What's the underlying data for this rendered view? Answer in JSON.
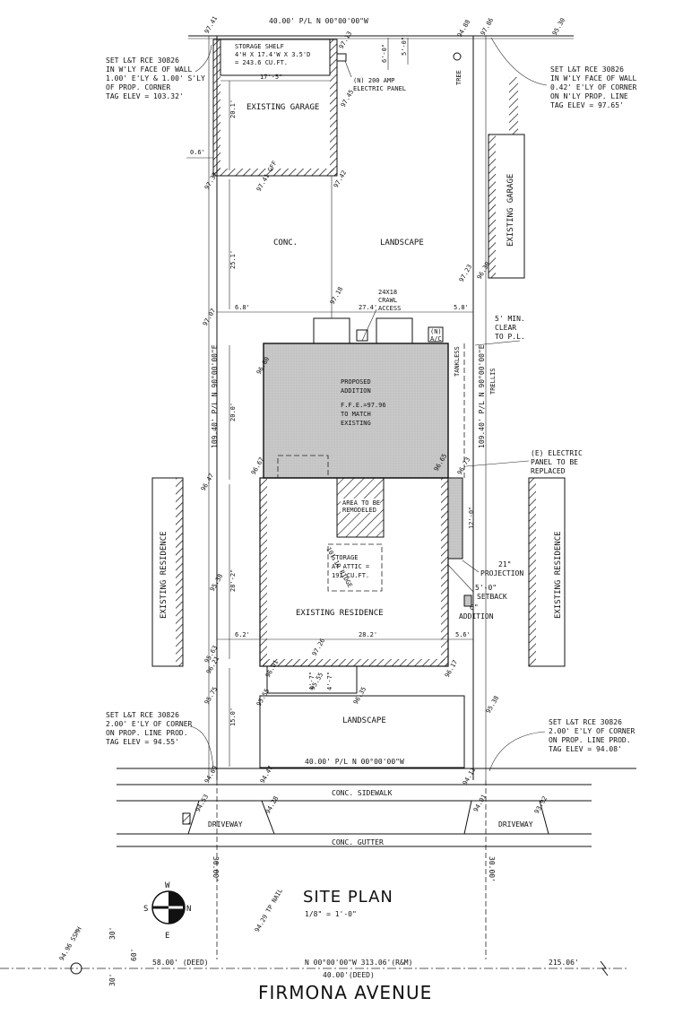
{
  "drawing": {
    "title": "SITE PLAN",
    "scale": "1/8\" = 1'-0\"",
    "street_name": "FIRMONA  AVENUE"
  },
  "property_lines": {
    "north": "40.00' P/L N 00°00'00\"W",
    "south": "40.00' P/L N 00°00'00\"W",
    "west": "109.40' P/L N 90°00'00\"E",
    "east": "109.40' P/L N 90°00'00\"E",
    "street_centerline": "N 00°00'00\"W 313.06'(R&M)",
    "deed_left": "58.00' (DEED)",
    "deed_center": "40.00'(DEED)",
    "deed_right": "215.06'",
    "pl_offset_left": "30.00'",
    "pl_offset_right": "30.00'",
    "row_30_a": "30'",
    "row_60": "60'",
    "row_30_b": "30'"
  },
  "areas": {
    "existing_garage": "EXISTING GARAGE",
    "conc": "CONC.",
    "landscape_top": "LANDSCAPE",
    "landscape_bottom": "LANDSCAPE",
    "existing_residence": "EXISTING RESIDENCE",
    "existing_residence_west": "EXISTING RESIDENCE",
    "existing_residence_east": "EXISTING RESIDENCE",
    "existing_garage_east": "EXISTING GARAGE",
    "proposed_addition": [
      "PROPOSED",
      "ADDITION"
    ],
    "ffe": [
      "F.F.E.=97.96",
      "TO MATCH",
      "EXISTING"
    ],
    "area_removed": [
      "AREA TO BE",
      "REMODELED"
    ],
    "storage_attic": [
      "STORAGE",
      "AT ATTIC =",
      "191 CU.FT."
    ],
    "storage_shelf": [
      "STORAGE SHELF",
      "4'H X 17.4'W X 3.5'D",
      "= 243.6 CU.FT."
    ],
    "sidewalk": "CONC. SIDEWALK",
    "gutter": "CONC. GUTTER",
    "driveway_left": "DRIVEWAY",
    "driveway_right": "DRIVEWAY",
    "trellis": "TRELLIS",
    "tankless": "TANKLESS",
    "crawl_access": [
      "24X18",
      "CRAWL",
      "ACCESS"
    ],
    "electric_panel_new": [
      "(N) 200 AMP",
      "ELECTRIC PANEL"
    ],
    "ridge": "101.19 RIDGE",
    "tree": "TREE",
    "ac": [
      "(N)",
      "A/C"
    ]
  },
  "callouts": {
    "tag_nw": [
      "SET L&T RCE 30826",
      "IN W'LY FACE OF WALL",
      "1.00' E'LY & 1.00' S'LY",
      "OF PROP. CORNER",
      "TAG ELEV = 103.32'"
    ],
    "tag_ne": [
      "SET L&T RCE 30826",
      "IN W'LY FACE OF WALL",
      "0.42' E'LY OF CORNER",
      "ON N'LY PROP. LINE",
      "TAG ELEV = 97.65'"
    ],
    "tag_sw": [
      "SET L&T RCE 30826",
      "2.00' E'LY OF CORNER",
      "ON PROP. LINE PROD.",
      "TAG ELEV = 94.55'"
    ],
    "tag_se": [
      "SET L&T RCE 30826",
      "2.00' E'LY OF CORNER",
      "ON PROP. LINE PROD.",
      "TAG ELEV = 94.08'"
    ],
    "min_clear": [
      "5' MIN.",
      "CLEAR",
      "TO P.L."
    ],
    "electric_panel_existing": [
      "(E) ELECTRIC",
      "PANEL TO BE",
      "REPLACED"
    ],
    "projection": [
      "21\"",
      "PROJECTION"
    ],
    "setback": [
      "5'-0\"",
      "SETBACK"
    ],
    "addition": [
      "6\"",
      "ADDITION"
    ]
  },
  "dimensions": {
    "garage_width": "17'-5\"",
    "garage_depth": "20.1'",
    "garage_setback": "0.6'",
    "shelf_6": "6'-0\"",
    "shelf_5": "5'-0\"",
    "yard_depth": "25.1'",
    "west_side_top": "6.8'",
    "addition_width": "27.4'",
    "east_side_top": "5.8'",
    "addition_depth": "20.0'",
    "residence_depth": "28'-2\"",
    "west_side_bottom": "6.2'",
    "residence_width": "28.2'",
    "east_side_bottom": "5.6'",
    "front_yard": "15.0'",
    "bump_depth": "12'-0\"",
    "step_left": "4'-7\"",
    "step_right": "4'-7\""
  },
  "compass": {
    "w": "W",
    "s": "S",
    "n": "N",
    "e": "E"
  },
  "elevations": {
    "e1": "97.41",
    "e2": "97.45",
    "e3": "97.42",
    "e4": "97.41 GFF",
    "e5": "97.37",
    "e6": "97.13",
    "e7": "97.07",
    "e8": "97.18",
    "e9": "97.23",
    "e10": "96.30",
    "e11": "96.80",
    "e12": "96.67",
    "e13": "95.63",
    "e14": "96.65",
    "e15": "96.73",
    "e16": "95.38",
    "e17": "96.21",
    "e18": "95.75",
    "e19": "96.47",
    "e20": "94.69",
    "e21": "96.01",
    "e22": "95.55",
    "e23": "96.17",
    "e24": "95.55",
    "e25": "96.35",
    "e26": "94.47",
    "e27": "94.11",
    "e28": "95.38",
    "e29": "93.92",
    "e30": "94.53",
    "e31": "94.28",
    "e32": "94.01",
    "e33": "94.29 TP NAIL",
    "e34": "94.96 SSMH",
    "e35": "97.86",
    "e36": "95.30",
    "e37": "94.88",
    "e38": "97.26"
  }
}
